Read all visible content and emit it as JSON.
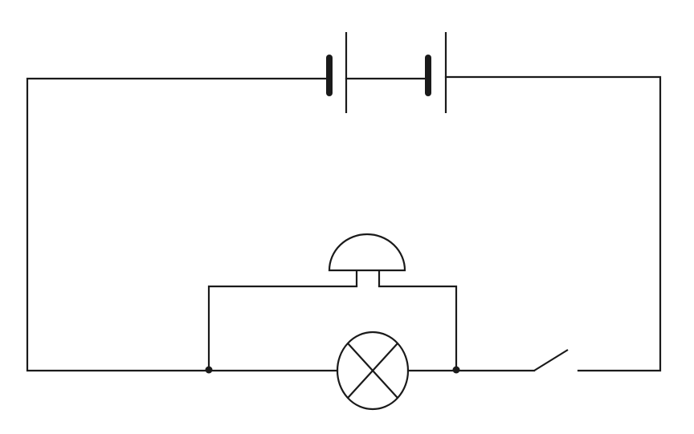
{
  "colors": {
    "background": "#ffffff",
    "line": "#1a1a1a"
  },
  "components": {
    "battery": {
      "cells": 2
    },
    "bell": {
      "symbol": "electric-bell"
    },
    "lamp": {
      "symbol": "lamp-cross-circle"
    },
    "switch": {
      "state": "open"
    },
    "junctions": {
      "count": 2
    }
  }
}
